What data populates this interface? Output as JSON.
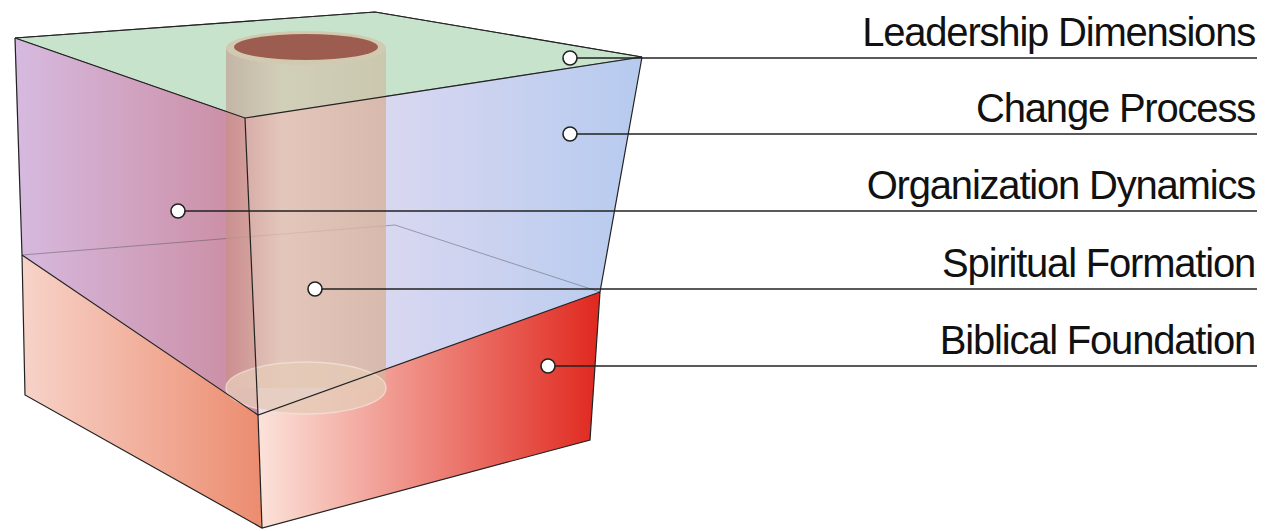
{
  "diagram": {
    "labels": [
      "Leadership Dimensions",
      "Change Process",
      "Organization Dynamics",
      "Spiritual Formation",
      "Biblical Foundation"
    ]
  }
}
